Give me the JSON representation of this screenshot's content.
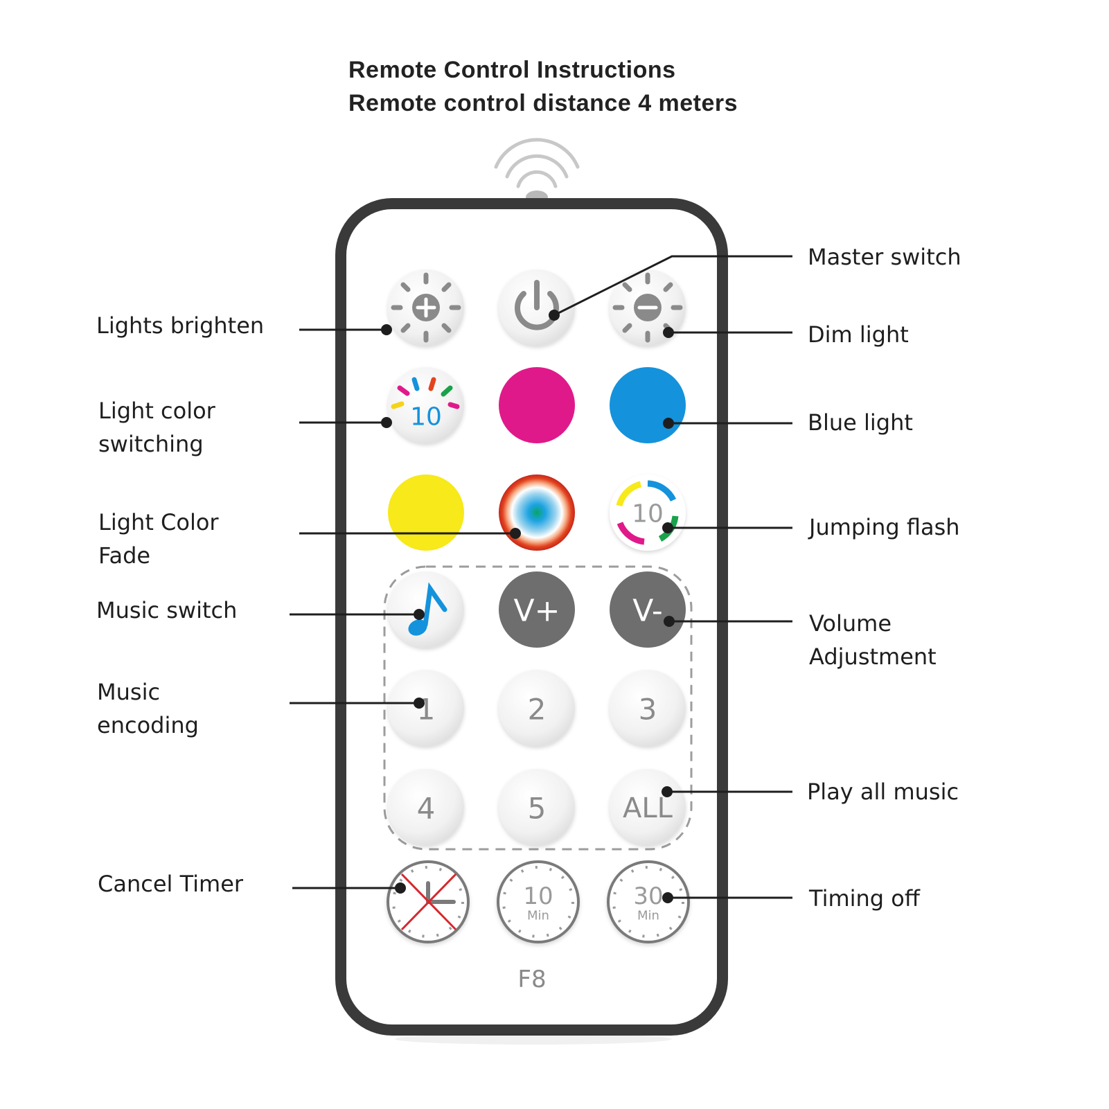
{
  "header": {
    "title": "Remote Control Instructions",
    "subtitle": "Remote control distance 4 meters"
  },
  "labels": {
    "lights_brighten": "Lights brighten",
    "master_switch": "Master switch",
    "dim_light": "Dim light",
    "light_color_switching": [
      "Light color",
      "switching"
    ],
    "blue_light": "Blue light",
    "light_color_fade": [
      "Light Color",
      "Fade"
    ],
    "jumping_flash": "Jumping flash",
    "music_switch": "Music switch",
    "volume_adjustment": [
      "Volume",
      "Adjustment"
    ],
    "music_encoding": [
      "Music",
      "encoding"
    ],
    "play_all_music": "Play all music",
    "cancel_timer": "Cancel Timer",
    "timing_off": "Timing off"
  },
  "buttons": {
    "color_switch_number": "10",
    "jump_flash_number": "10",
    "volume_up": "V+",
    "volume_down": "V-",
    "num1": "1",
    "num2": "2",
    "num3": "3",
    "num4": "4",
    "num5": "5",
    "all": "ALL",
    "timer10_value": "10",
    "timer30_value": "30",
    "timer_unit": "Min"
  },
  "remote": {
    "model": "F8"
  },
  "colors": {
    "magenta": "#e0198a",
    "blue": "#1592dc",
    "yellow": "#f7e91a",
    "dark_button": "#6e6e6e",
    "outline": "#3a3a3a"
  }
}
